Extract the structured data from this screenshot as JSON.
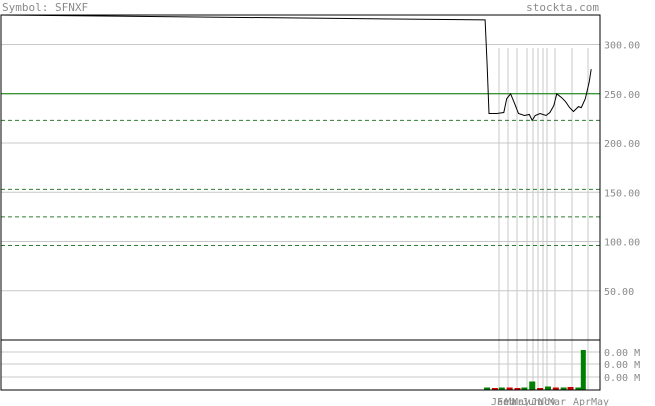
{
  "header": {
    "symbol_text": "Symbol: SFNXF",
    "site_text": "stockta.com"
  },
  "colors": {
    "background": "#ffffff",
    "frame": "#000000",
    "grid": "#c8c8c8",
    "price_line": "#000000",
    "green_solid": "#008000",
    "green_dashed": "#2e7d32",
    "volume_up": "#008000",
    "volume_down": "#cc0000",
    "label": "#8a8a8a"
  },
  "chart_data": [
    {
      "type": "line",
      "title": "",
      "ylim": [
        0,
        330
      ],
      "yticks": [
        {
          "value": 300,
          "label": "300.00"
        },
        {
          "value": 250,
          "label": "250.00"
        },
        {
          "value": 200,
          "label": "200.00"
        },
        {
          "value": 150,
          "label": "150.00"
        },
        {
          "value": 100,
          "label": "100.00"
        },
        {
          "value": 50,
          "label": "50.00"
        }
      ],
      "grid": true,
      "month_labels": [
        "Jan",
        "Feb",
        "Mar",
        "May",
        "Jun",
        "Jul",
        "Nov",
        "Mar",
        "Apr",
        "May"
      ],
      "x_range": [
        0,
        610
      ],
      "month_gridlines": [
        499,
        508,
        517,
        527,
        533,
        538,
        543,
        547,
        555,
        572,
        588
      ],
      "month_label_x": [
        491,
        497,
        505,
        512,
        522,
        531,
        538,
        548,
        573,
        591
      ],
      "price_series": [
        {
          "x": 0,
          "y": 340
        },
        {
          "x": 493,
          "y": 325
        },
        {
          "x": 495,
          "y": 280
        },
        {
          "x": 497,
          "y": 230
        },
        {
          "x": 505,
          "y": 230
        },
        {
          "x": 512,
          "y": 231
        },
        {
          "x": 515,
          "y": 245
        },
        {
          "x": 519,
          "y": 250
        },
        {
          "x": 523,
          "y": 240
        },
        {
          "x": 527,
          "y": 230
        },
        {
          "x": 533,
          "y": 228
        },
        {
          "x": 538,
          "y": 229
        },
        {
          "x": 541,
          "y": 223
        },
        {
          "x": 544,
          "y": 228
        },
        {
          "x": 549,
          "y": 230
        },
        {
          "x": 555,
          "y": 228
        },
        {
          "x": 559,
          "y": 231
        },
        {
          "x": 563,
          "y": 238
        },
        {
          "x": 566,
          "y": 250
        },
        {
          "x": 571,
          "y": 246
        },
        {
          "x": 575,
          "y": 242
        },
        {
          "x": 579,
          "y": 236
        },
        {
          "x": 583,
          "y": 232
        },
        {
          "x": 588,
          "y": 237
        },
        {
          "x": 591,
          "y": 236
        },
        {
          "x": 595,
          "y": 245
        },
        {
          "x": 599,
          "y": 262
        },
        {
          "x": 601,
          "y": 275
        }
      ],
      "reference_lines": [
        {
          "value": 250,
          "style": "solid"
        },
        {
          "value": 223,
          "style": "dashed"
        },
        {
          "value": 153,
          "style": "dashed"
        },
        {
          "value": 125,
          "style": "dashed"
        },
        {
          "value": 96,
          "style": "dashed"
        }
      ]
    },
    {
      "type": "bar",
      "title": "",
      "ylim": [
        0,
        1
      ],
      "ytick_labels": [
        "0.00 M",
        "0.00 M",
        "0.00 M"
      ],
      "bars": [
        {
          "x": 495,
          "value": 0.05,
          "dir": "up"
        },
        {
          "x": 503,
          "value": 0.04,
          "dir": "down"
        },
        {
          "x": 510,
          "value": 0.05,
          "dir": "up"
        },
        {
          "x": 518,
          "value": 0.05,
          "dir": "down"
        },
        {
          "x": 526,
          "value": 0.04,
          "dir": "down"
        },
        {
          "x": 533,
          "value": 0.05,
          "dir": "up"
        },
        {
          "x": 541,
          "value": 0.17,
          "dir": "up"
        },
        {
          "x": 549,
          "value": 0.04,
          "dir": "down"
        },
        {
          "x": 557,
          "value": 0.07,
          "dir": "up"
        },
        {
          "x": 565,
          "value": 0.05,
          "dir": "down"
        },
        {
          "x": 573,
          "value": 0.05,
          "dir": "up"
        },
        {
          "x": 580,
          "value": 0.06,
          "dir": "down"
        },
        {
          "x": 588,
          "value": 0.05,
          "dir": "up"
        },
        {
          "x": 593,
          "value": 0.8,
          "dir": "up"
        }
      ]
    }
  ]
}
